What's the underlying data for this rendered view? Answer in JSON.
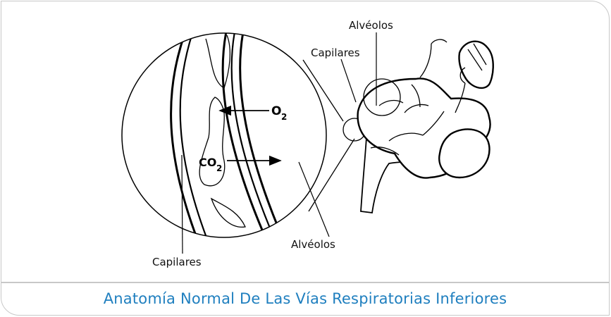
{
  "figure": {
    "labels": {
      "alveolos_top": "Alvéolos",
      "capilares_top": "Capilares",
      "alveolos_bottom": "Alvéolos",
      "capilares_bottom": "Capilares"
    },
    "gases": {
      "oxygen": "O",
      "oxygen_sub": "2",
      "carbon_dioxide": "CO",
      "carbon_dioxide_sub": "2"
    }
  },
  "caption": "Anatomía Normal De Las Vías Respiratorias Inferiores",
  "colors": {
    "caption": "#1f7fbf",
    "border": "#c8c8c8",
    "ink": "#000000"
  }
}
